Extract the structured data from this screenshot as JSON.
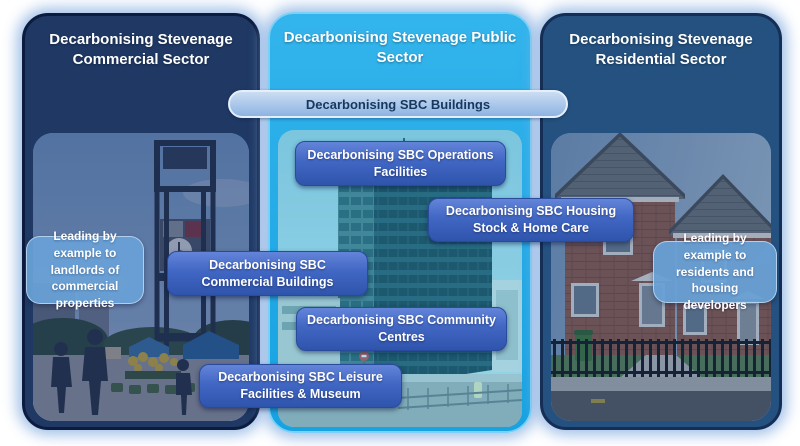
{
  "banner": {
    "label": "Decarbonising SBC Buildings"
  },
  "panels": [
    {
      "title": "Decarbonising Stevenage Commercial Sector",
      "callout": "Leading by example to landlords of commercial properties",
      "photo": "clock-tower-market-photo"
    },
    {
      "title": "Decarbonising Stevenage Public Sector",
      "photo": "office-tower-photo"
    },
    {
      "title": "Decarbonising Stevenage Residential Sector",
      "callout": "Leading by example to residents and housing developers",
      "photo": "new-brick-houses-photo"
    }
  ],
  "buttons": [
    {
      "label": "Decarbonising SBC Operations Facilities"
    },
    {
      "label": "Decarbonising SBC Housing Stock & Home Care"
    },
    {
      "label": "Decarbonising SBC Commercial Buildings"
    },
    {
      "label": "Decarbonising SBC Community Centres"
    },
    {
      "label": "Decarbonising SBC Leisure Facilities & Museum"
    }
  ],
  "colors": {
    "panel_commercial": "#1F3864",
    "panel_public": "#1FA9E8",
    "panel_residential": "#24517F",
    "button_blue": "#3A62BE",
    "callout_blue": "#68A0D5",
    "banner_fill": "#8DB4E2",
    "banner_text": "#17375E",
    "glow": "#8EB4E3"
  }
}
